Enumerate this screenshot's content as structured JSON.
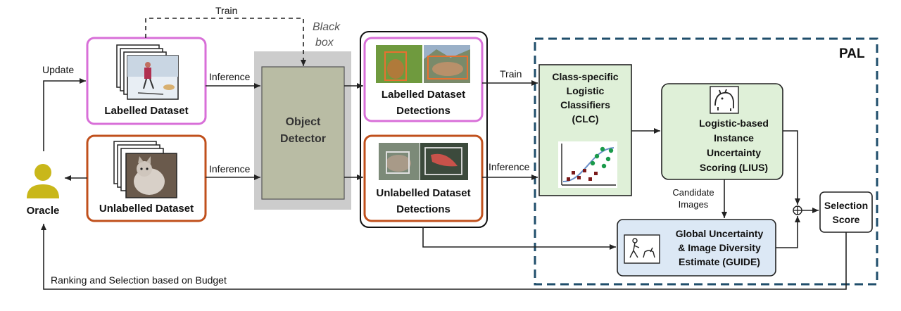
{
  "diagram": {
    "oracle": "Oracle",
    "labelled_dataset": "Labelled Dataset",
    "unlabelled_dataset": "Unlabelled Dataset",
    "update": "Update",
    "train_top": "Train",
    "black_box_1": "Black",
    "black_box_2": "box",
    "inference_top": "Inference",
    "inference_bottom": "Inference",
    "object_detector_1": "Object",
    "object_detector_2": "Detector",
    "labelled_detections_1": "Labelled Dataset",
    "labelled_detections_2": "Detections",
    "unlabelled_detections_1": "Unlabelled Dataset",
    "unlabelled_detections_2": "Detections",
    "train_right": "Train",
    "inference_right": "Inference",
    "pal": "PAL",
    "clc_1": "Class-specific",
    "clc_2": "Logistic",
    "clc_3": "Classifiers",
    "clc_4": "(CLC)",
    "lius_1": "Logistic-based",
    "lius_2": "Instance",
    "lius_3": "Uncertainty",
    "lius_4": "Scoring (LIUS)",
    "candidate_1": "Candidate",
    "candidate_2": "Images",
    "guide_1": "Global Uncertainty",
    "guide_2": "& Image Diversity",
    "guide_3": "Estimate (GUIDE)",
    "selection_1": "Selection",
    "selection_2": "Score",
    "ranking": "Ranking and Selection based on Budget"
  },
  "colors": {
    "labelled_border": "#d86fd8",
    "unlabelled_border": "#c0501c",
    "detector_fill": "#b9bca4",
    "blackbox_fill": "#cccccc",
    "pal_border": "#1f4e6b",
    "clc_fill": "#dff0d8",
    "lius_fill": "#dff0d8",
    "guide_fill": "#dce8f5",
    "oracle_icon": "#c9b71a",
    "green_border": "#222222"
  },
  "icons": [
    "person-icon",
    "ski-photo-icon",
    "cat-photo-icon",
    "dog-icon",
    "scatter-plot-icon",
    "walk-dog-icon",
    "sum-icon"
  ]
}
